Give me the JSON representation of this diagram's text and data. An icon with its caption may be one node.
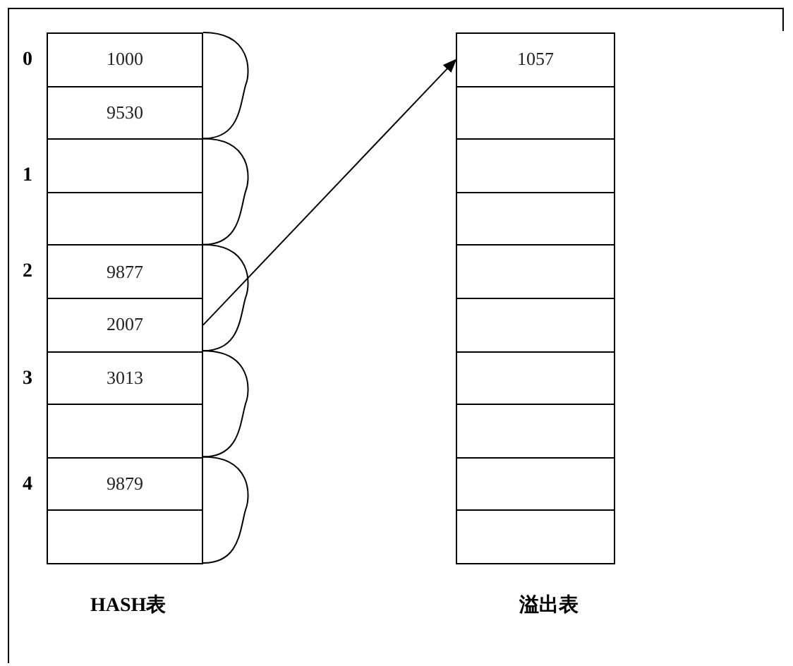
{
  "diagram": {
    "nodes": [
      {
        "text": [
          "1000"
        ]
      },
      {
        "text": [
          "9530"
        ]
      },
      {
        "text": [],
        "shape": "box"
      },
      {
        "text": [],
        "shape": "box"
      },
      {
        "text": [
          "9877"
        ]
      },
      {
        "text": [
          "2007"
        ]
      },
      {
        "text": [
          "3013"
        ]
      },
      {
        "text": [],
        "shape": "box"
      },
      {
        "text": [
          "9879"
        ]
      },
      {
        "text": [],
        "shape": "box"
      },
      {
        "text": [
          "1057"
        ]
      },
      {
        "text": [],
        "shape": "box"
      },
      {
        "text": [],
        "shape": "box"
      },
      {
        "text": [],
        "shape": "box"
      },
      {
        "text": [],
        "shape": "box"
      },
      {
        "text": [],
        "shape": "box"
      },
      {
        "text": [],
        "shape": "box"
      },
      {
        "text": [],
        "shape": "box"
      },
      {
        "text": [],
        "shape": "box"
      },
      {
        "text": [],
        "shape": "box"
      }
    ],
    "edges": [
      {
        "from": 5,
        "to": 10,
        "arrow": "to"
      }
    ],
    "labels": [
      "0",
      "1",
      "2",
      "3",
      "4",
      "HASH表",
      "溢出表"
    ]
  }
}
